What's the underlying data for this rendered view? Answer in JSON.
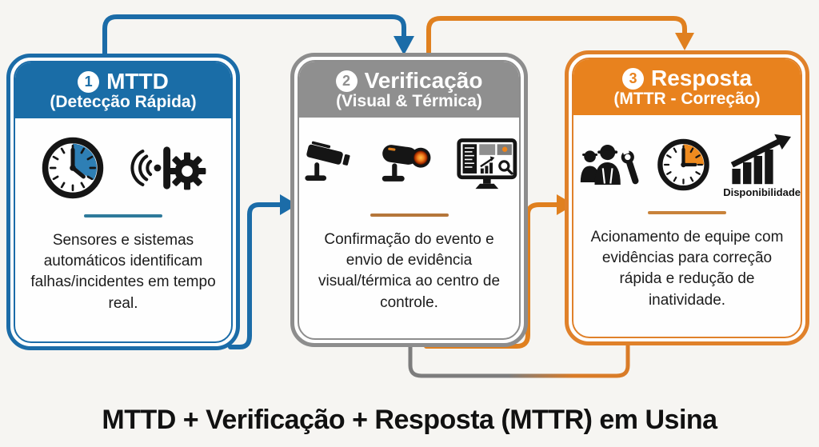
{
  "background": "#f6f5f2",
  "title": "MTTD + Verificação + Resposta (MTTR) em Usina",
  "colors": {
    "blue_accent": "#1b6ca8",
    "gray_accent": "#8d8d8d",
    "orange_accent": "#e0801f",
    "body_text": "#1c1c1c",
    "divider_blue": "#2e7a9b",
    "divider_brown": "#b5763a",
    "thermal_lens": "#f07f1e"
  },
  "cards": [
    {
      "number": "1",
      "title": "MTTD",
      "subtitle": "(Detecção Rápida)",
      "body": "Sensores e sistemas automáticos identificam falhas/incidentes em tempo real.",
      "icons": [
        "clock-icon",
        "sensor-gear-icon"
      ]
    },
    {
      "number": "2",
      "title": "Verificação",
      "subtitle": "(Visual & Térmica)",
      "body": "Confirmação do evento e envio de evidência visual/térmica ao centro de controle.",
      "icons": [
        "cctv-camera-icon",
        "thermal-camera-icon",
        "monitoring-screen-icon"
      ]
    },
    {
      "number": "3",
      "title": "Resposta",
      "subtitle": "(MTTR - Correção)",
      "body": "Acionamento de equipe com evidências para correção rápida e redução de inatividade.",
      "chart_label": "Disponibilidade",
      "icons": [
        "maintenance-team-icon",
        "clock-icon",
        "availability-chart-icon"
      ]
    }
  ]
}
